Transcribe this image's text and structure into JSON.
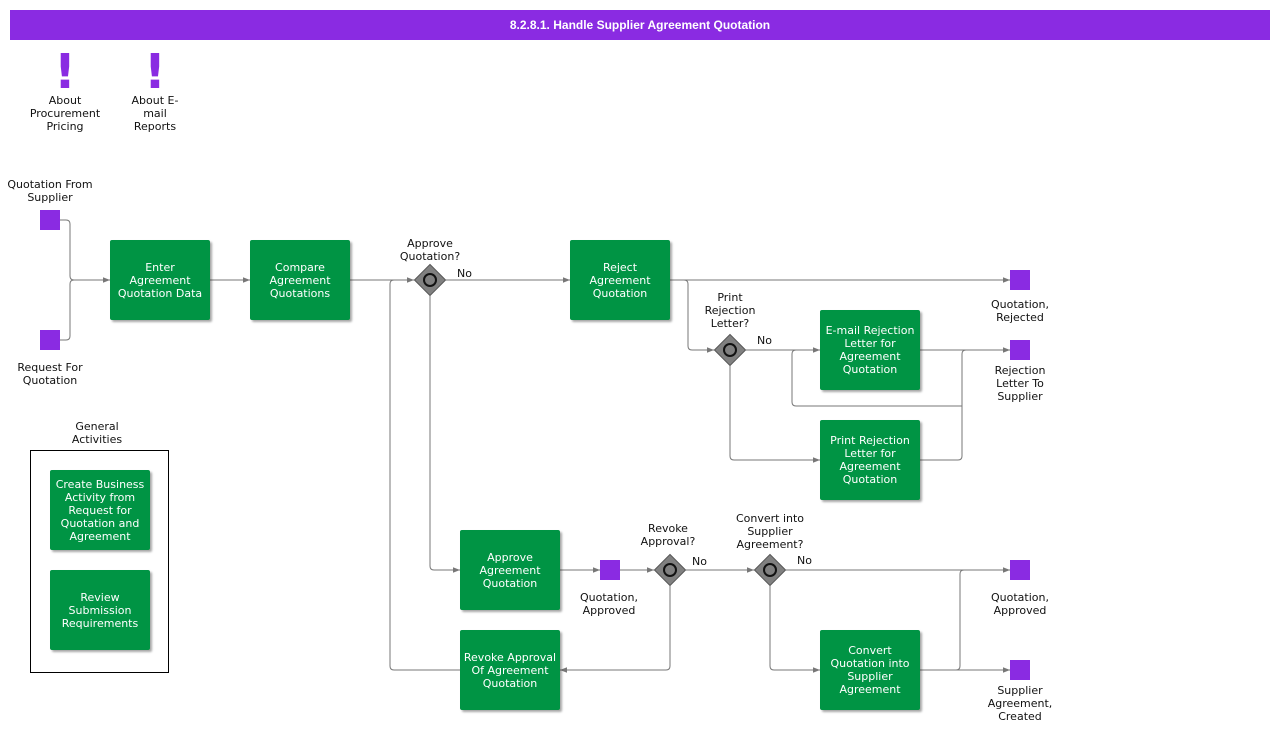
{
  "title": "8.2.8.1. Handle Supplier Agreement Quotation",
  "colors": {
    "accent": "#8a2be2",
    "task": "#009444",
    "gateway": "#808080"
  },
  "about_links": [
    {
      "icon": "exclamation-icon",
      "label": "About Procurement Pricing"
    },
    {
      "icon": "exclamation-icon",
      "label": "About E-mail Reports"
    }
  ],
  "events": {
    "quotation_from_supplier": "Quotation From Supplier",
    "request_for_quotation": "Request For Quotation",
    "quotation_rejected": "Quotation, Rejected",
    "rejection_letter": "Rejection Letter To Supplier",
    "quotation_approved_mid": "Quotation, Approved",
    "quotation_approved_end": "Quotation, Approved",
    "supplier_agreement_created": "Supplier Agreement, Created"
  },
  "tasks": {
    "enter": "Enter Agreement Quotation Data",
    "compare": "Compare Agreement Quotations",
    "reject": "Reject Agreement Quotation",
    "email_rejection": "E-mail Rejection Letter for Agreement Quotation",
    "print_rejection": "Print Rejection Letter for Agreement Quotation",
    "approve": "Approve Agreement Quotation",
    "revoke": "Revoke Approval Of Agreement Quotation",
    "convert": "Convert Quotation into Supplier Agreement"
  },
  "gateways": {
    "approve": "Approve Quotation?",
    "print": "Print Rejection Letter?",
    "revoke": "Revoke Approval?",
    "convert": "Convert into Supplier Agreement?"
  },
  "flow_labels": {
    "approve_no": "No",
    "print_no": "No",
    "revoke_no": "No",
    "convert_no": "No"
  },
  "general": {
    "title": "General Activities",
    "create": "Create Business Activity from Request for Quotation and Agreement",
    "review": "Review Submission Requirements"
  }
}
